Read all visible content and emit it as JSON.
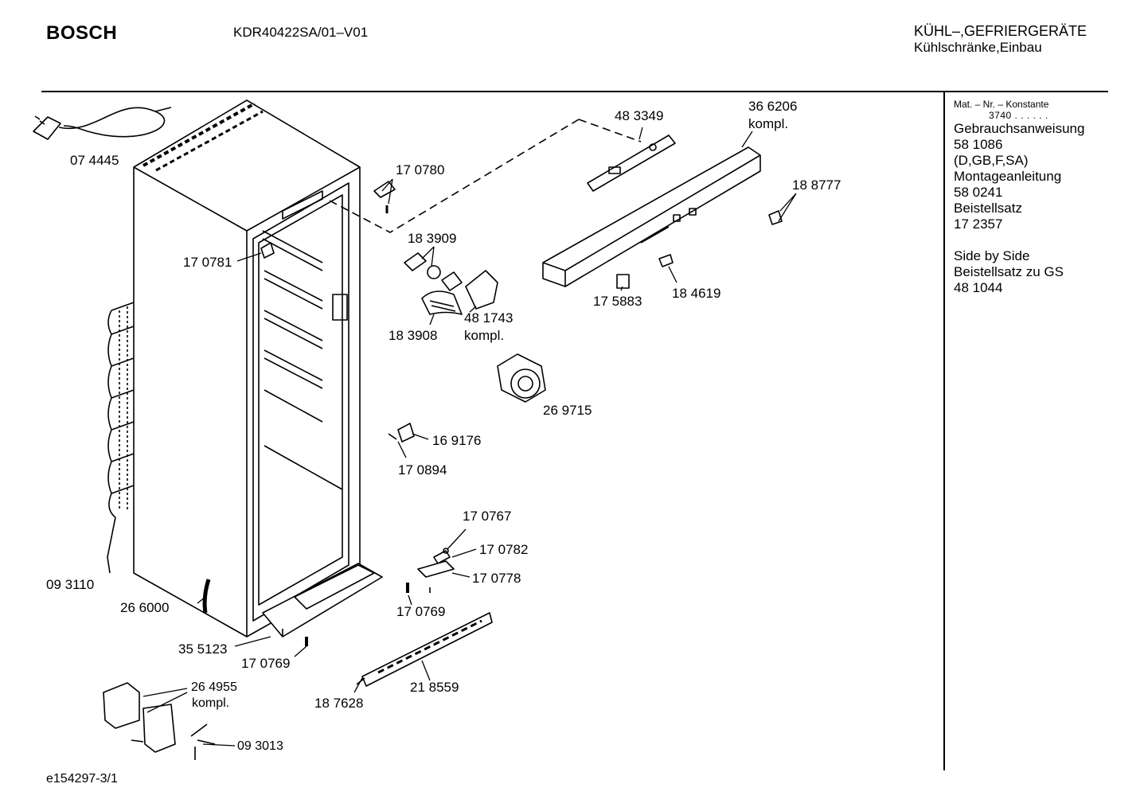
{
  "header": {
    "brand": "BOSCH",
    "model": "KDR40422SA/01–V01",
    "category_line1": "KÜHL–,GEFRIERGERÄTE",
    "category_line2": "Kühlschränke,Einbau"
  },
  "sidebar": {
    "constant_label": "Mat. – Nr. – Konstante",
    "constant_value": "3740  .  .  .  .  .  .",
    "entries": [
      "Gebrauchsanweisung",
      "58 1086",
      "(D,GB,F,SA)",
      "Montageanleitung",
      "58 0241",
      "Beistellsatz",
      "17 2357"
    ],
    "entries2": [
      "Side by Side",
      "Beistellsatz zu GS",
      "48 1044"
    ]
  },
  "parts": {
    "p074445": "07 4445",
    "p170780": "17 0780",
    "p483349": "48 3349",
    "p366206": "36 6206",
    "p366206_kompl": "kompl.",
    "p188777": "18 8777",
    "p183909": "18 3909",
    "p170781": "17 0781",
    "p481743": "48 1743",
    "p481743_kompl": "kompl.",
    "p183908": "18 3908",
    "p175883": "17 5883",
    "p184619": "18 4619",
    "p269715": "26 9715",
    "p169176": "16 9176",
    "p170894": "17 0894",
    "p170767": "17 0767",
    "p170782": "17 0782",
    "p170778": "17 0778",
    "p093110": "09 3110",
    "p266000": "26 6000",
    "p170769a": "17 0769",
    "p355123": "35 5123",
    "p170769b": "17 0769",
    "p264955": "26 4955",
    "p264955_kompl": "kompl.",
    "p093013": "09 3013",
    "p187628": "18 7628",
    "p218559": "21 8559"
  },
  "footer": {
    "drawing_id": "e154297-3/1"
  }
}
